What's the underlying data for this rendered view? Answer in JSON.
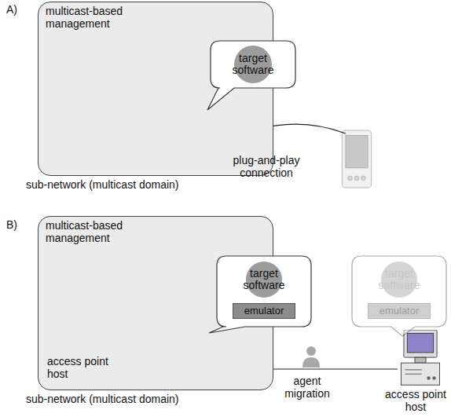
{
  "diagram": {
    "nodes": [
      {
        "text": [
          "sub-network (multicast domain)"
        ]
      },
      {
        "text": [
          "target software"
        ]
      },
      {
        "text": [
          "sub-network (multicast domain)"
        ]
      },
      {
        "text": [
          "target software"
        ]
      },
      {
        "text": [
          "emulator"
        ],
        "in": 3
      },
      {
        "text": [
          "target software"
        ]
      },
      {
        "text": [
          "emulator"
        ],
        "in": 5
      }
    ],
    "labels": [
      "A)",
      "multicast-based management",
      "plug-and-play connection",
      "B)",
      "multicast-based management",
      "access point host",
      "agent migration",
      "access point host"
    ]
  }
}
